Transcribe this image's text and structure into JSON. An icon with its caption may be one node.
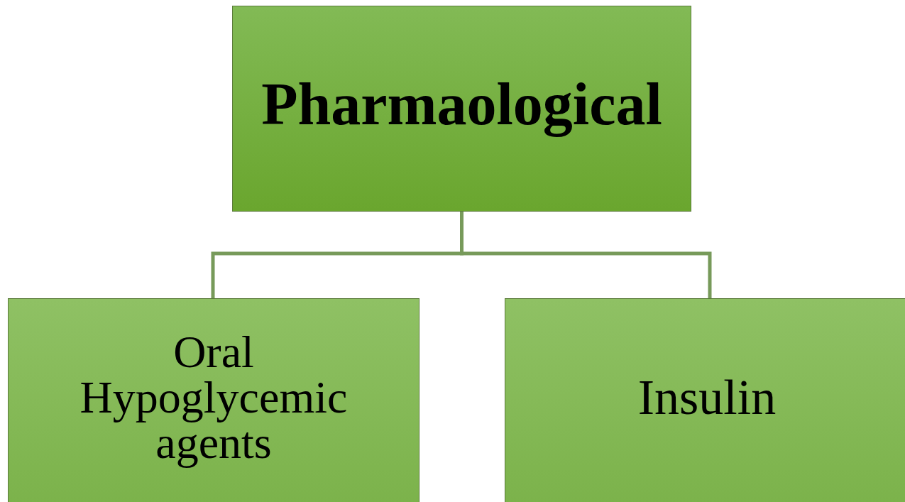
{
  "diagram": {
    "nodes": [
      {
        "text": [
          "Pharmaological"
        ]
      },
      {
        "text": [
          "Oral Hypoglycemic agents"
        ]
      },
      {
        "text": [
          "Insulin"
        ]
      }
    ],
    "edges": [
      {
        "from": 0,
        "to": 1,
        "arrow": "none"
      },
      {
        "from": 0,
        "to": 2,
        "arrow": "none"
      }
    ]
  }
}
